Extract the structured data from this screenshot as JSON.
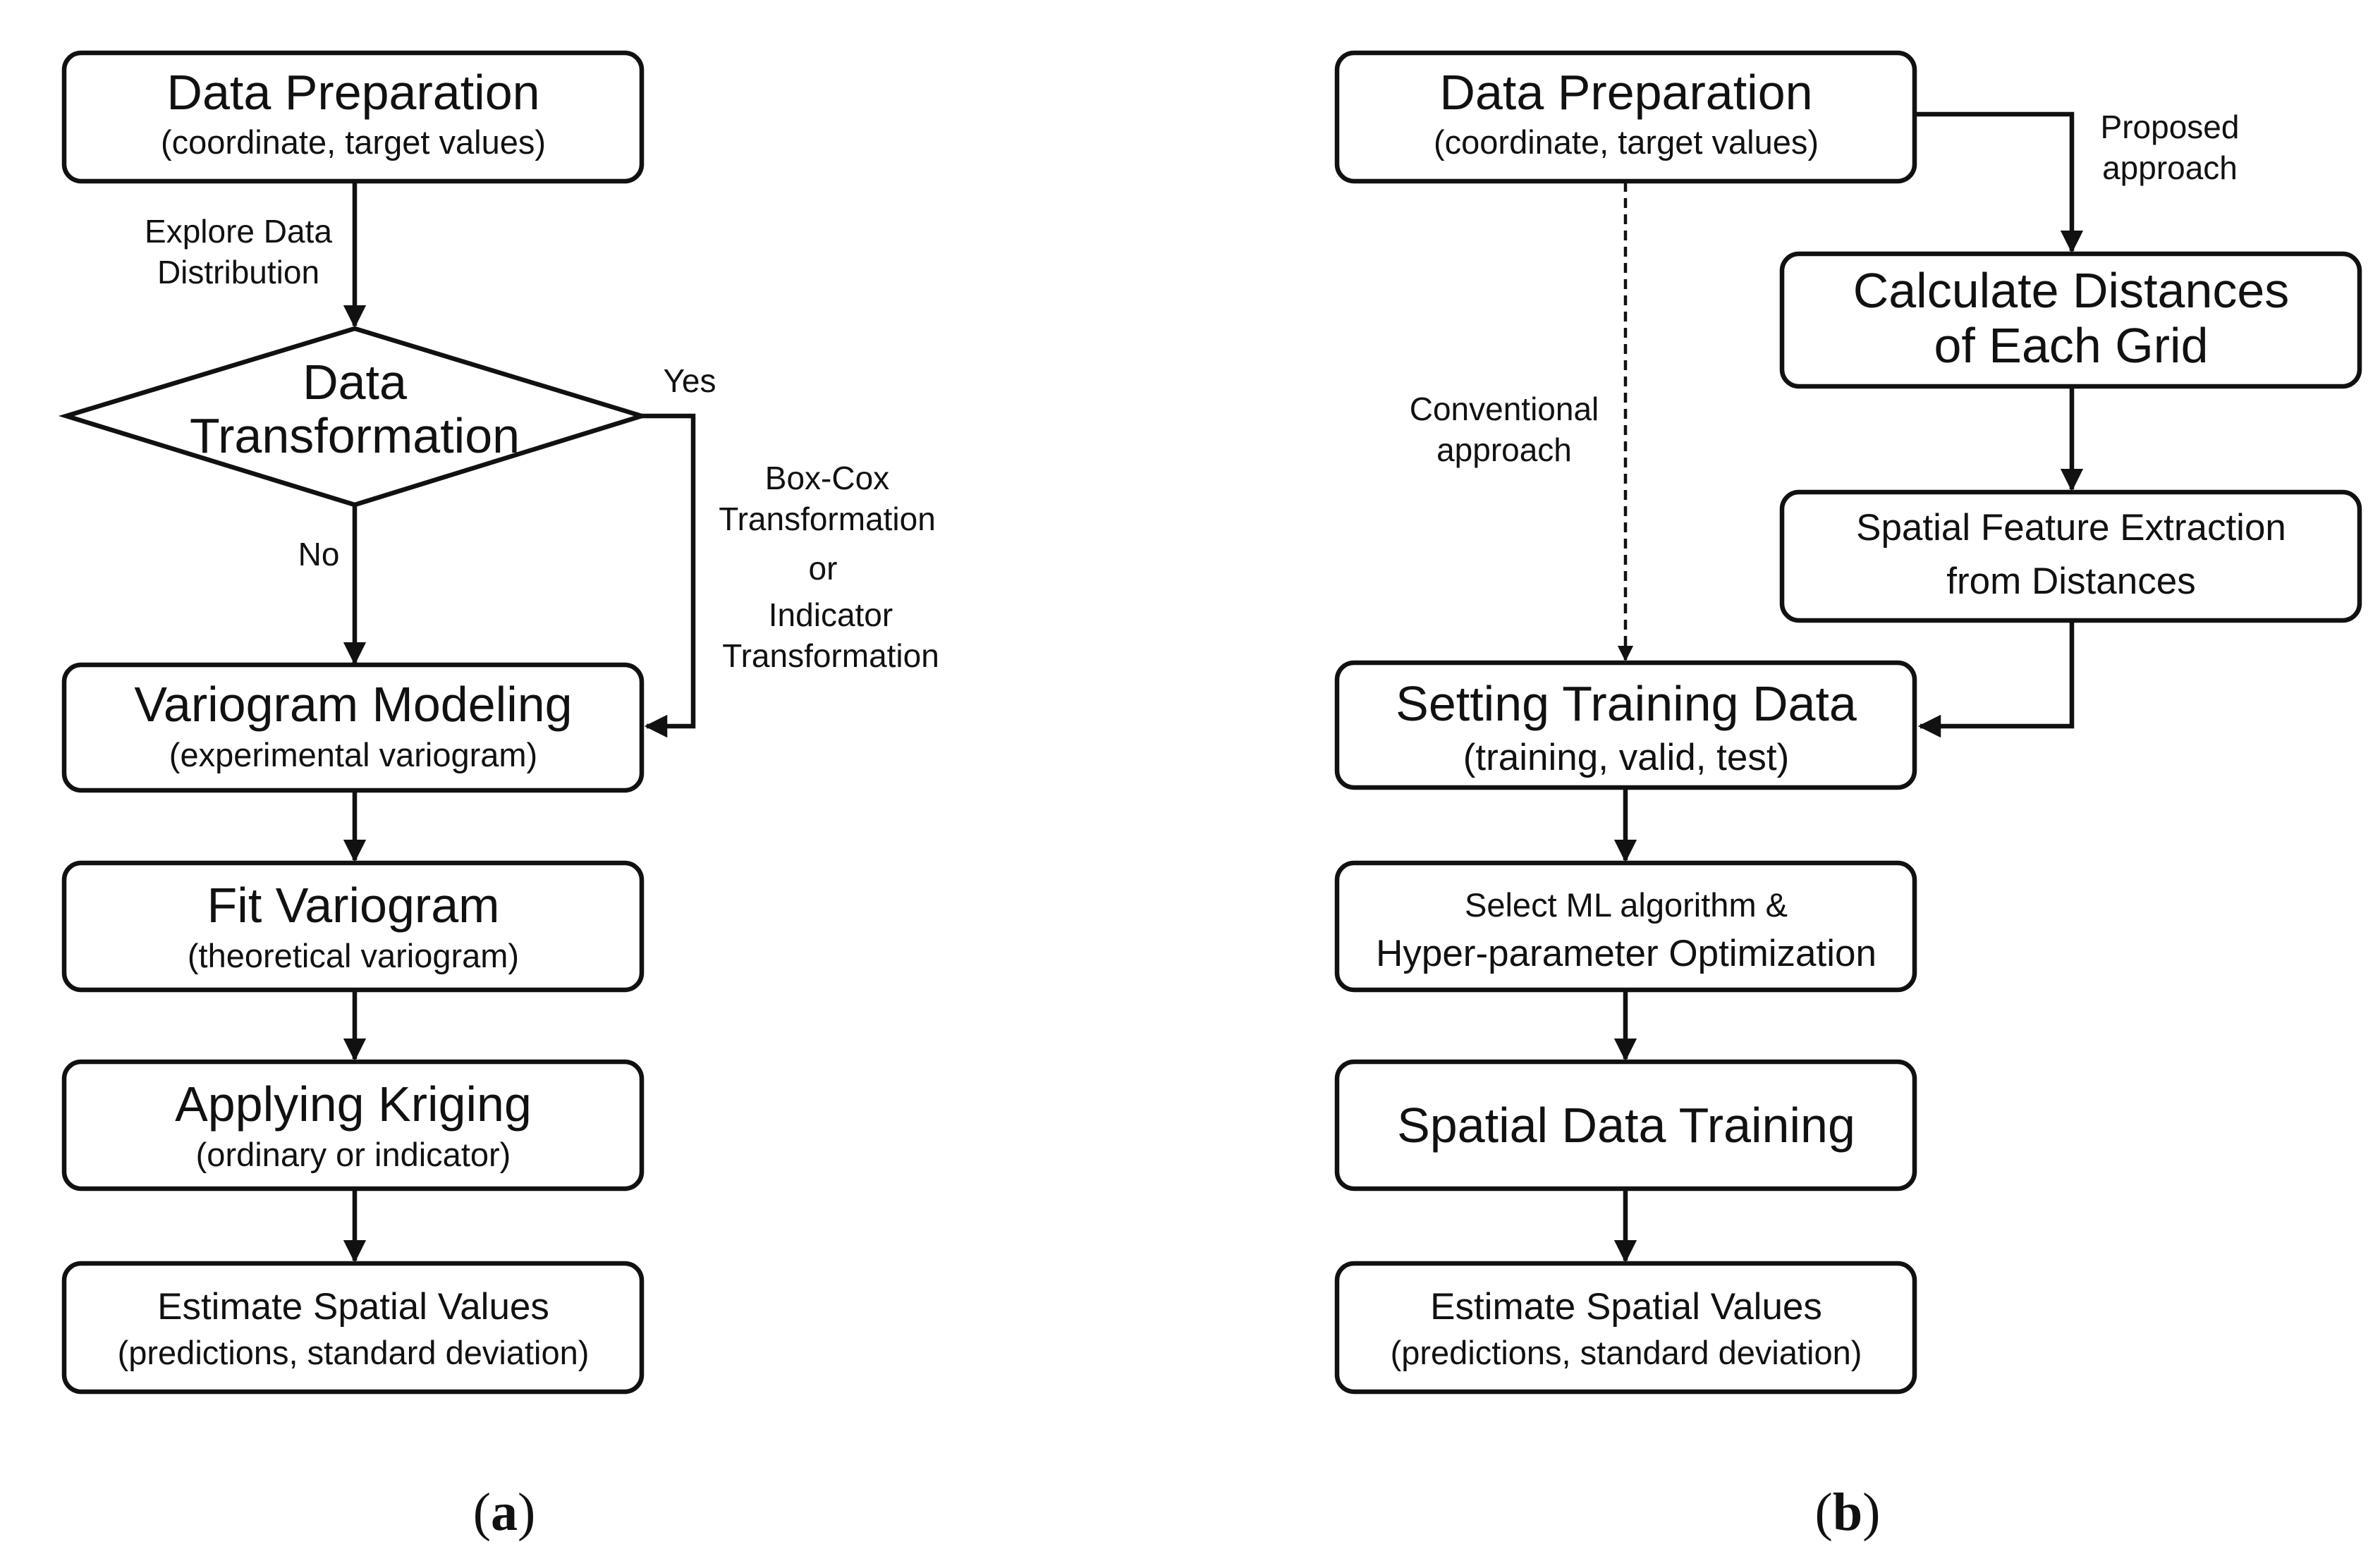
{
  "panel_a": {
    "label_open": "(",
    "label_letter": "a",
    "label_close": ")",
    "data_prep": {
      "title": "Data Preparation",
      "subtitle": "(coordinate, target values)"
    },
    "explore_label": {
      "line1": "Explore Data",
      "line2": "Distribution"
    },
    "transform_decision": {
      "line1": "Data",
      "line2": "Transformation"
    },
    "yes_label": "Yes",
    "no_label": "No",
    "transform_options": {
      "line1": "Box-Cox",
      "line2": "Transformation",
      "line3": "or",
      "line4": "Indicator",
      "line5": "Transformation"
    },
    "variogram_modeling": {
      "title": "Variogram Modeling",
      "subtitle": "(experimental variogram)"
    },
    "fit_variogram": {
      "title": "Fit Variogram",
      "subtitle": "(theoretical variogram)"
    },
    "applying_kriging": {
      "title": "Applying Kriging",
      "subtitle": "(ordinary or indicator)"
    },
    "estimate_values": {
      "title": "Estimate Spatial Values",
      "subtitle": "(predictions, standard deviation)"
    }
  },
  "panel_b": {
    "label_open": "(",
    "label_letter": "b",
    "label_close": ")",
    "data_prep": {
      "title": "Data Preparation",
      "subtitle": "(coordinate, target values)"
    },
    "proposed_label": {
      "line1": "Proposed",
      "line2": "approach"
    },
    "conventional_label": {
      "line1": "Conventional",
      "line2": "approach"
    },
    "calc_distances": {
      "line1": "Calculate Distances",
      "line2": "of Each Grid"
    },
    "feature_extraction": {
      "line1": "Spatial Feature Extraction",
      "line2": "from Distances"
    },
    "setting_training": {
      "title": "Setting Training Data",
      "subtitle": "(training, valid, test)"
    },
    "select_ml": {
      "line1": "Select ML algorithm &",
      "line2": "Hyper-parameter Optimization"
    },
    "spatial_training": {
      "title": "Spatial Data Training"
    },
    "estimate_values": {
      "title": "Estimate Spatial Values",
      "subtitle": "(predictions, standard deviation)"
    }
  }
}
